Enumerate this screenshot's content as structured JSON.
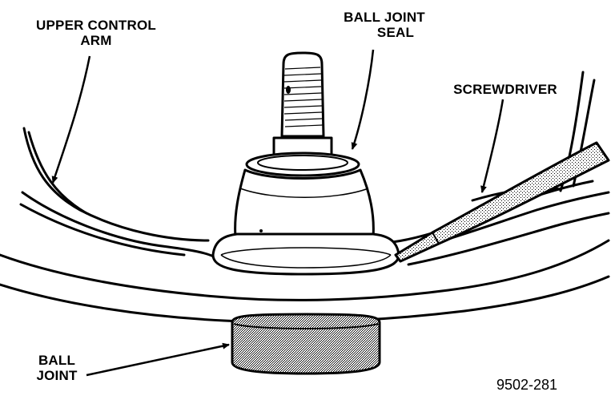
{
  "labels": {
    "upper_control_arm": {
      "line1": "UPPER CONTROL",
      "line2": "ARM"
    },
    "ball_joint_seal": {
      "line1": "BALL JOINT",
      "line2": "SEAL"
    },
    "screwdriver": "SCREWDRIVER",
    "ball_joint": {
      "line1": "BALL",
      "line2": "JOINT"
    }
  },
  "figure_number": "9502-281",
  "colors": {
    "line": "#000000",
    "background": "#ffffff",
    "shade": "#9a9a9a"
  }
}
